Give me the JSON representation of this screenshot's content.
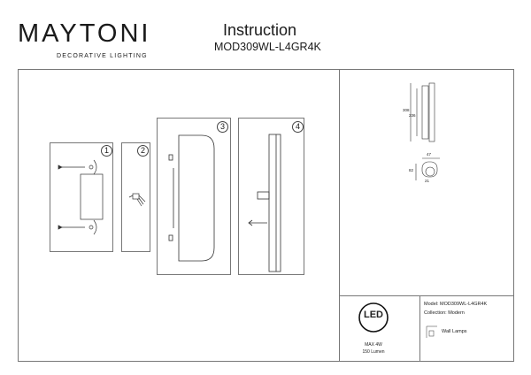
{
  "brand": {
    "logo_text": "MAYTONI",
    "tagline": "DECORATIVE LIGHTING"
  },
  "header": {
    "title": "Instruction",
    "model_code": "MOD309WL-L4GR4K"
  },
  "steps": [
    "1",
    "2",
    "3",
    "4"
  ],
  "specs": {
    "led_label": "LED",
    "max_power": "MAX 4W",
    "lumen": "150 Lumen",
    "model_line": "Model: MOD309WL-L4GR4K",
    "collection_line": "Collection: Modern",
    "type_line": "Wall Lamps"
  },
  "dimensions": {
    "height": "308",
    "inner_height": "236",
    "width": "47",
    "depth": "82",
    "side": "21"
  }
}
